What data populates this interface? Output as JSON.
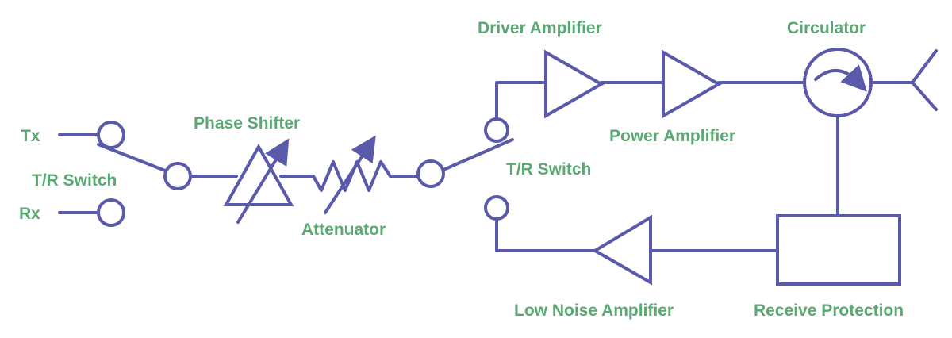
{
  "colors": {
    "line": "#5a5aaa",
    "label": "#5aa872",
    "background": "#ffffff"
  },
  "labels": {
    "tx": "Tx",
    "rx": "Rx",
    "tr_switch_left": "T/R Switch",
    "phase_shifter": "Phase Shifter",
    "attenuator": "Attenuator",
    "tr_switch_right": "T/R Switch",
    "driver_amplifier": "Driver Amplifier",
    "power_amplifier": "Power Amplifier",
    "circulator": "Circulator",
    "low_noise_amplifier": "Low Noise Amplifier",
    "receive_protection": "Receive Protection"
  }
}
